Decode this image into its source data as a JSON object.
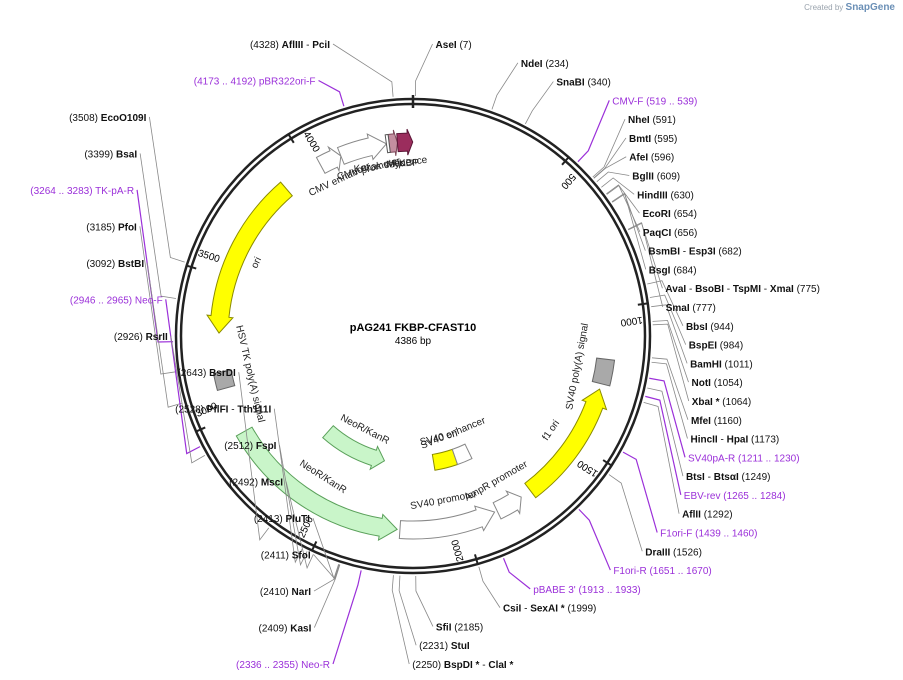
{
  "brand": {
    "created_by": "Created by",
    "product": "SnapGene"
  },
  "plasmid": {
    "name": "pAG241 FKBP-CFAST10",
    "size_label": "4386 bp",
    "length": 4386
  },
  "ticks": [
    {
      "pos": 500,
      "label": "500"
    },
    {
      "pos": 1000,
      "label": "1000"
    },
    {
      "pos": 1500,
      "label": "1500"
    },
    {
      "pos": 2000,
      "label": "2000"
    },
    {
      "pos": 2500,
      "label": "2500"
    },
    {
      "pos": 3000,
      "label": "3000"
    },
    {
      "pos": 3500,
      "label": "3500"
    },
    {
      "pos": 4000,
      "label": "4000"
    }
  ],
  "enzymes_right": [
    {
      "parts": [
        {
          "t": "AseI",
          "b": true
        },
        {
          "t": "  (7)",
          "b": false
        }
      ],
      "site": 7
    },
    {
      "parts": [
        {
          "t": "NdeI",
          "b": true
        },
        {
          "t": "  (234)",
          "b": false
        }
      ],
      "site": 234
    },
    {
      "parts": [
        {
          "t": "SnaBI",
          "b": true
        },
        {
          "t": "  (340)",
          "b": false
        }
      ],
      "site": 340
    },
    {
      "parts": [
        {
          "t": "CMV-F",
          "b": false,
          "p": true
        },
        {
          "t": "  (519 .. 539)",
          "b": false,
          "p": true
        }
      ],
      "site": 529,
      "primer": true
    },
    {
      "parts": [
        {
          "t": "NheI",
          "b": true
        },
        {
          "t": "  (591)",
          "b": false
        }
      ],
      "site": 591
    },
    {
      "parts": [
        {
          "t": "BmtI",
          "b": true
        },
        {
          "t": "  (595)",
          "b": false
        }
      ],
      "site": 595
    },
    {
      "parts": [
        {
          "t": "AfeI",
          "b": true
        },
        {
          "t": "  (596)",
          "b": false
        }
      ],
      "site": 596
    },
    {
      "parts": [
        {
          "t": "BglII",
          "b": true
        },
        {
          "t": "  (609)",
          "b": false
        }
      ],
      "site": 609
    },
    {
      "parts": [
        {
          "t": "HindIII",
          "b": true
        },
        {
          "t": "  (630)",
          "b": false
        }
      ],
      "site": 630
    },
    {
      "parts": [
        {
          "t": "EcoRI",
          "b": true
        },
        {
          "t": "  (654)",
          "b": false
        }
      ],
      "site": 654
    },
    {
      "parts": [
        {
          "t": "PaqCI",
          "b": true
        },
        {
          "t": "  (656)",
          "b": false
        }
      ],
      "site": 656
    },
    {
      "parts": [
        {
          "t": "BsmBI",
          "b": true
        },
        {
          "t": " - ",
          "b": false
        },
        {
          "t": "Esp3I",
          "b": true
        },
        {
          "t": "  (682)",
          "b": false
        }
      ],
      "site": 682
    },
    {
      "parts": [
        {
          "t": "BsgI",
          "b": true
        },
        {
          "t": "  (684)",
          "b": false
        }
      ],
      "site": 684
    },
    {
      "parts": [
        {
          "t": "AvaI",
          "b": true
        },
        {
          "t": " - ",
          "b": false
        },
        {
          "t": "BsoBI",
          "b": true
        },
        {
          "t": " - ",
          "b": false
        },
        {
          "t": "TspMI",
          "b": true
        },
        {
          "t": " - ",
          "b": false
        },
        {
          "t": "XmaI",
          "b": true
        },
        {
          "t": "  (775)",
          "b": false
        }
      ],
      "site": 775
    },
    {
      "parts": [
        {
          "t": "SmaI",
          "b": true
        },
        {
          "t": "  (777)",
          "b": false
        }
      ],
      "site": 777
    },
    {
      "parts": [
        {
          "t": "BbsI",
          "b": true
        },
        {
          "t": "  (944)",
          "b": false
        }
      ],
      "site": 944
    },
    {
      "parts": [
        {
          "t": "BspEI",
          "b": true
        },
        {
          "t": "  (984)",
          "b": false
        }
      ],
      "site": 984
    },
    {
      "parts": [
        {
          "t": "BamHI",
          "b": true
        },
        {
          "t": "  (1011)",
          "b": false
        }
      ],
      "site": 1011
    },
    {
      "parts": [
        {
          "t": "NotI",
          "b": true
        },
        {
          "t": "  (1054)",
          "b": false
        }
      ],
      "site": 1054
    },
    {
      "parts": [
        {
          "t": "XbaI",
          "b": true
        },
        {
          "t": " * ",
          "b": true
        },
        {
          "t": " (1064)",
          "b": false
        }
      ],
      "site": 1064
    },
    {
      "parts": [
        {
          "t": "MfeI",
          "b": true
        },
        {
          "t": "  (1160)",
          "b": false
        }
      ],
      "site": 1160
    },
    {
      "parts": [
        {
          "t": "HincII",
          "b": true
        },
        {
          "t": " - ",
          "b": false
        },
        {
          "t": "HpaI",
          "b": true
        },
        {
          "t": "  (1173)",
          "b": false
        }
      ],
      "site": 1173
    },
    {
      "parts": [
        {
          "t": "SV40pA-R",
          "b": false,
          "p": true
        },
        {
          "t": "  (1211 .. 1230)",
          "b": false,
          "p": true
        }
      ],
      "site": 1220,
      "primer": true
    },
    {
      "parts": [
        {
          "t": "BtsI",
          "b": true
        },
        {
          "t": " - ",
          "b": false
        },
        {
          "t": "BtsαI",
          "b": true
        },
        {
          "t": "  (1249)",
          "b": false
        }
      ],
      "site": 1249
    },
    {
      "parts": [
        {
          "t": "EBV-rev",
          "b": false,
          "p": true
        },
        {
          "t": "  (1265 .. 1284)",
          "b": false,
          "p": true
        }
      ],
      "site": 1274,
      "primer": true
    },
    {
      "parts": [
        {
          "t": "AflII",
          "b": true
        },
        {
          "t": "  (1292)",
          "b": false
        }
      ],
      "site": 1292
    },
    {
      "parts": [
        {
          "t": "F1ori-F",
          "b": false,
          "p": true
        },
        {
          "t": "  (1439 .. 1460)",
          "b": false,
          "p": true
        }
      ],
      "site": 1449,
      "primer": true
    },
    {
      "parts": [
        {
          "t": "DraIII",
          "b": true
        },
        {
          "t": "  (1526)",
          "b": false
        }
      ],
      "site": 1526
    },
    {
      "parts": [
        {
          "t": "F1ori-R",
          "b": false,
          "p": true
        },
        {
          "t": "  (1651 .. 1670)",
          "b": false,
          "p": true
        }
      ],
      "site": 1660,
      "primer": true
    },
    {
      "parts": [
        {
          "t": "pBABE 3'",
          "b": false,
          "p": true
        },
        {
          "t": "  (1913 .. 1933)",
          "b": false,
          "p": true
        }
      ],
      "site": 1923,
      "primer": true
    },
    {
      "parts": [
        {
          "t": "CsiI",
          "b": true
        },
        {
          "t": " - ",
          "b": false
        },
        {
          "t": "SexAI",
          "b": true
        },
        {
          "t": " * ",
          "b": true
        },
        {
          "t": " (1999)",
          "b": false
        }
      ],
      "site": 1999
    },
    {
      "parts": [
        {
          "t": "SfiI",
          "b": true
        },
        {
          "t": "  (2185)",
          "b": false
        }
      ],
      "site": 2185
    },
    {
      "parts": [
        {
          "t": "(2231)  ",
          "b": false
        },
        {
          "t": "StuI",
          "b": true
        }
      ],
      "site": 2231
    },
    {
      "parts": [
        {
          "t": "(2250)  ",
          "b": false
        },
        {
          "t": "BspDI",
          "b": true
        },
        {
          "t": " * ",
          "b": true
        },
        {
          "t": "- ",
          "b": false
        },
        {
          "t": "ClaI",
          "b": true
        },
        {
          "t": " *",
          "b": true
        }
      ],
      "site": 2250
    }
  ],
  "enzymes_left": [
    {
      "parts": [
        {
          "t": "(4328)  ",
          "b": false
        },
        {
          "t": "AflIII",
          "b": true
        },
        {
          "t": "  -  ",
          "b": false
        },
        {
          "t": "PciI",
          "b": true
        }
      ],
      "site": 4328
    },
    {
      "parts": [
        {
          "t": "(4173 .. 4192)  ",
          "b": false,
          "p": true
        },
        {
          "t": "pBR322ori-F",
          "b": false,
          "p": true
        }
      ],
      "site": 4182,
      "primer": true
    },
    {
      "parts": [
        {
          "t": "(3508)  ",
          "b": false
        },
        {
          "t": "EcoO109I",
          "b": true
        }
      ],
      "site": 3508
    },
    {
      "parts": [
        {
          "t": "(3399)  ",
          "b": false
        },
        {
          "t": "BsaI",
          "b": true
        }
      ],
      "site": 3399
    },
    {
      "parts": [
        {
          "t": "(3264 .. 3283)  ",
          "b": false,
          "p": true
        },
        {
          "t": "TK-pA-R",
          "b": false,
          "p": true
        }
      ],
      "site": 3273,
      "primer": true
    },
    {
      "parts": [
        {
          "t": "(3185)  ",
          "b": false
        },
        {
          "t": "PfoI",
          "b": true
        }
      ],
      "site": 3185
    },
    {
      "parts": [
        {
          "t": "(3092)  ",
          "b": false
        },
        {
          "t": "BstBI",
          "b": true
        }
      ],
      "site": 3092
    },
    {
      "parts": [
        {
          "t": "(2946 .. 2965)  ",
          "b": false,
          "p": true
        },
        {
          "t": "Neo-F",
          "b": false,
          "p": true
        }
      ],
      "site": 2955,
      "primer": true
    },
    {
      "parts": [
        {
          "t": "(2926)  ",
          "b": false
        },
        {
          "t": "RsrII",
          "b": true
        }
      ],
      "site": 2926
    },
    {
      "parts": [
        {
          "t": "(2643)  ",
          "b": false
        },
        {
          "t": "BsrDI",
          "b": true
        }
      ],
      "site": 2643
    },
    {
      "parts": [
        {
          "t": "(2528)  ",
          "b": false
        },
        {
          "t": "PflFI",
          "b": true
        },
        {
          "t": " - ",
          "b": false
        },
        {
          "t": "Tth111I",
          "b": true
        }
      ],
      "site": 2528
    },
    {
      "parts": [
        {
          "t": "(2512)  ",
          "b": false
        },
        {
          "t": "FspI",
          "b": true
        }
      ],
      "site": 2512
    },
    {
      "parts": [
        {
          "t": "(2492)  ",
          "b": false
        },
        {
          "t": "MscI",
          "b": true
        }
      ],
      "site": 2492
    },
    {
      "parts": [
        {
          "t": "(2413)  ",
          "b": false
        },
        {
          "t": "PluTI",
          "b": true
        }
      ],
      "site": 2413
    },
    {
      "parts": [
        {
          "t": "(2411)  ",
          "b": false
        },
        {
          "t": "SfoI",
          "b": true
        }
      ],
      "site": 2411
    },
    {
      "parts": [
        {
          "t": "(2410)  ",
          "b": false
        },
        {
          "t": "NarI",
          "b": true
        }
      ],
      "site": 2410
    },
    {
      "parts": [
        {
          "t": "(2409)  ",
          "b": false
        },
        {
          "t": "KasI",
          "b": true
        }
      ],
      "site": 2409
    },
    {
      "parts": [
        {
          "t": "(2336 .. 2355)  ",
          "b": false,
          "p": true
        },
        {
          "t": "Neo-R",
          "b": false,
          "p": true
        }
      ],
      "site": 2345,
      "primer": true
    }
  ],
  "features": [
    {
      "name": "ori",
      "start": 3300,
      "end": 3890,
      "dir": "ccw",
      "color": "#ffff00",
      "outline": "#8b8b00",
      "lane": "outer"
    },
    {
      "name": "CMV enhancer",
      "start": 4040,
      "end": 4120,
      "dir": "cw",
      "color": "#ffffff",
      "outline": "#888888",
      "lane": "outer"
    },
    {
      "name": "CMV promoter",
      "start": 4120,
      "end": 4290,
      "dir": "cw",
      "color": "#ffffff",
      "outline": "#888888",
      "lane": "outer"
    },
    {
      "name": "Myc",
      "start": 4300,
      "end": 4330,
      "dir": "cw",
      "color": "#c48ea0",
      "outline": "#7d4a5a",
      "lane": "outer"
    },
    {
      "name": "FKBP",
      "start": 4330,
      "end": 4385,
      "dir": "cw",
      "color": "#9b2d5d",
      "outline": "#5c1637",
      "lane": "outer"
    },
    {
      "name": "SV40 poly(A) signal",
      "start": 1180,
      "end": 1270,
      "dir": "none",
      "color": "#a9a9a9",
      "outline": "#666666",
      "lane": "outer"
    },
    {
      "name": "f1 ori",
      "start": 1290,
      "end": 1740,
      "dir": "ccw",
      "color": "#ffff00",
      "outline": "#8b8b00",
      "lane": "outer"
    },
    {
      "name": "AmpR promoter",
      "start": 1780,
      "end": 1880,
      "dir": "ccw",
      "color": "#ffffff",
      "outline": "#888888",
      "lane": "outer"
    },
    {
      "name": "SV40 promoter",
      "start": 1890,
      "end": 2240,
      "dir": "ccw",
      "color": "#ffffff",
      "outline": "#888888",
      "lane": "outer"
    },
    {
      "name": "NeoR/KanR",
      "start": 2250,
      "end": 2930,
      "dir": "ccw",
      "color": "#c9f5c9",
      "outline": "#5aa05a",
      "lane": "outer"
    },
    {
      "name": "HSV TK poly(A) signal",
      "start": 3100,
      "end": 3160,
      "dir": "none",
      "color": "#a9a9a9",
      "outline": "#666666",
      "lane": "outer"
    },
    {
      "name": "SV40 ori",
      "start": 1960,
      "end": 2080,
      "dir": "none",
      "color": "#ffff00",
      "outline": "#8b8b00",
      "lane": "inner"
    },
    {
      "name": "SV40 enhancer",
      "start": 1880,
      "end": 1960,
      "dir": "none",
      "color": "#ffffff",
      "outline": "#888888",
      "lane": "inner"
    },
    {
      "name": "NeoR/KanR",
      "start": 2350,
      "end": 2700,
      "dir": "ccw",
      "color": "#c9f5c9",
      "outline": "#5aa05a",
      "lane": "inner"
    },
    {
      "name": "Kozak sequence",
      "start": 4290,
      "end": 4300,
      "dir": "none",
      "color": "#ffffff",
      "outline": "#555555",
      "lane": "outer"
    }
  ]
}
